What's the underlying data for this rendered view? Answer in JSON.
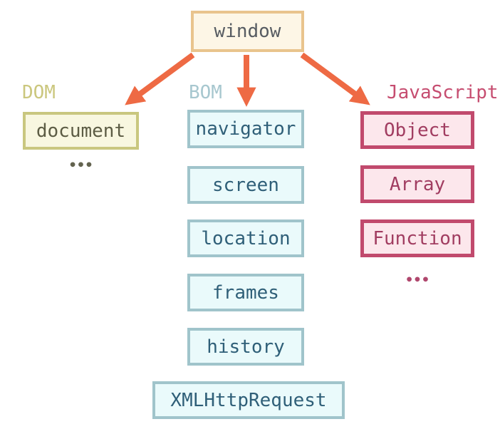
{
  "diagram": {
    "root": {
      "label": "window"
    },
    "groups": {
      "dom": {
        "label": "DOM",
        "items": [
          {
            "label": "document"
          }
        ],
        "ellipsis": "•••"
      },
      "bom": {
        "label": "BOM",
        "items": [
          {
            "label": "navigator"
          },
          {
            "label": "screen"
          },
          {
            "label": "location"
          },
          {
            "label": "frames"
          },
          {
            "label": "history"
          },
          {
            "label": "XMLHttpRequest"
          }
        ]
      },
      "javascript": {
        "label": "JavaScript",
        "items": [
          {
            "label": "Object"
          },
          {
            "label": "Array"
          },
          {
            "label": "Function"
          }
        ],
        "ellipsis": "•••"
      }
    },
    "arrows": [
      {
        "from": "window",
        "to": "DOM"
      },
      {
        "from": "window",
        "to": "BOM"
      },
      {
        "from": "window",
        "to": "JavaScript"
      }
    ]
  },
  "colors": {
    "arrow": "#ee6a44",
    "window_border": "#e9c48d",
    "window_bg": "#fdf6e6",
    "window_text": "#575c62",
    "dom_border": "#c9c77f",
    "dom_bg": "#f8f7e0",
    "dom_text": "#5c5c44",
    "dom_label": "#cbc77e",
    "dom_ellipsis": "#63634f",
    "bom_border": "#a0c4cb",
    "bom_bg": "#eafafb",
    "bom_text": "#2f5f78",
    "bom_label": "#a7c7cf",
    "js_border": "#c14a6d",
    "js_bg": "#fce7ec",
    "js_text": "#a13d61",
    "js_label": "#c64d70",
    "js_ellipsis": "#b0476d"
  }
}
